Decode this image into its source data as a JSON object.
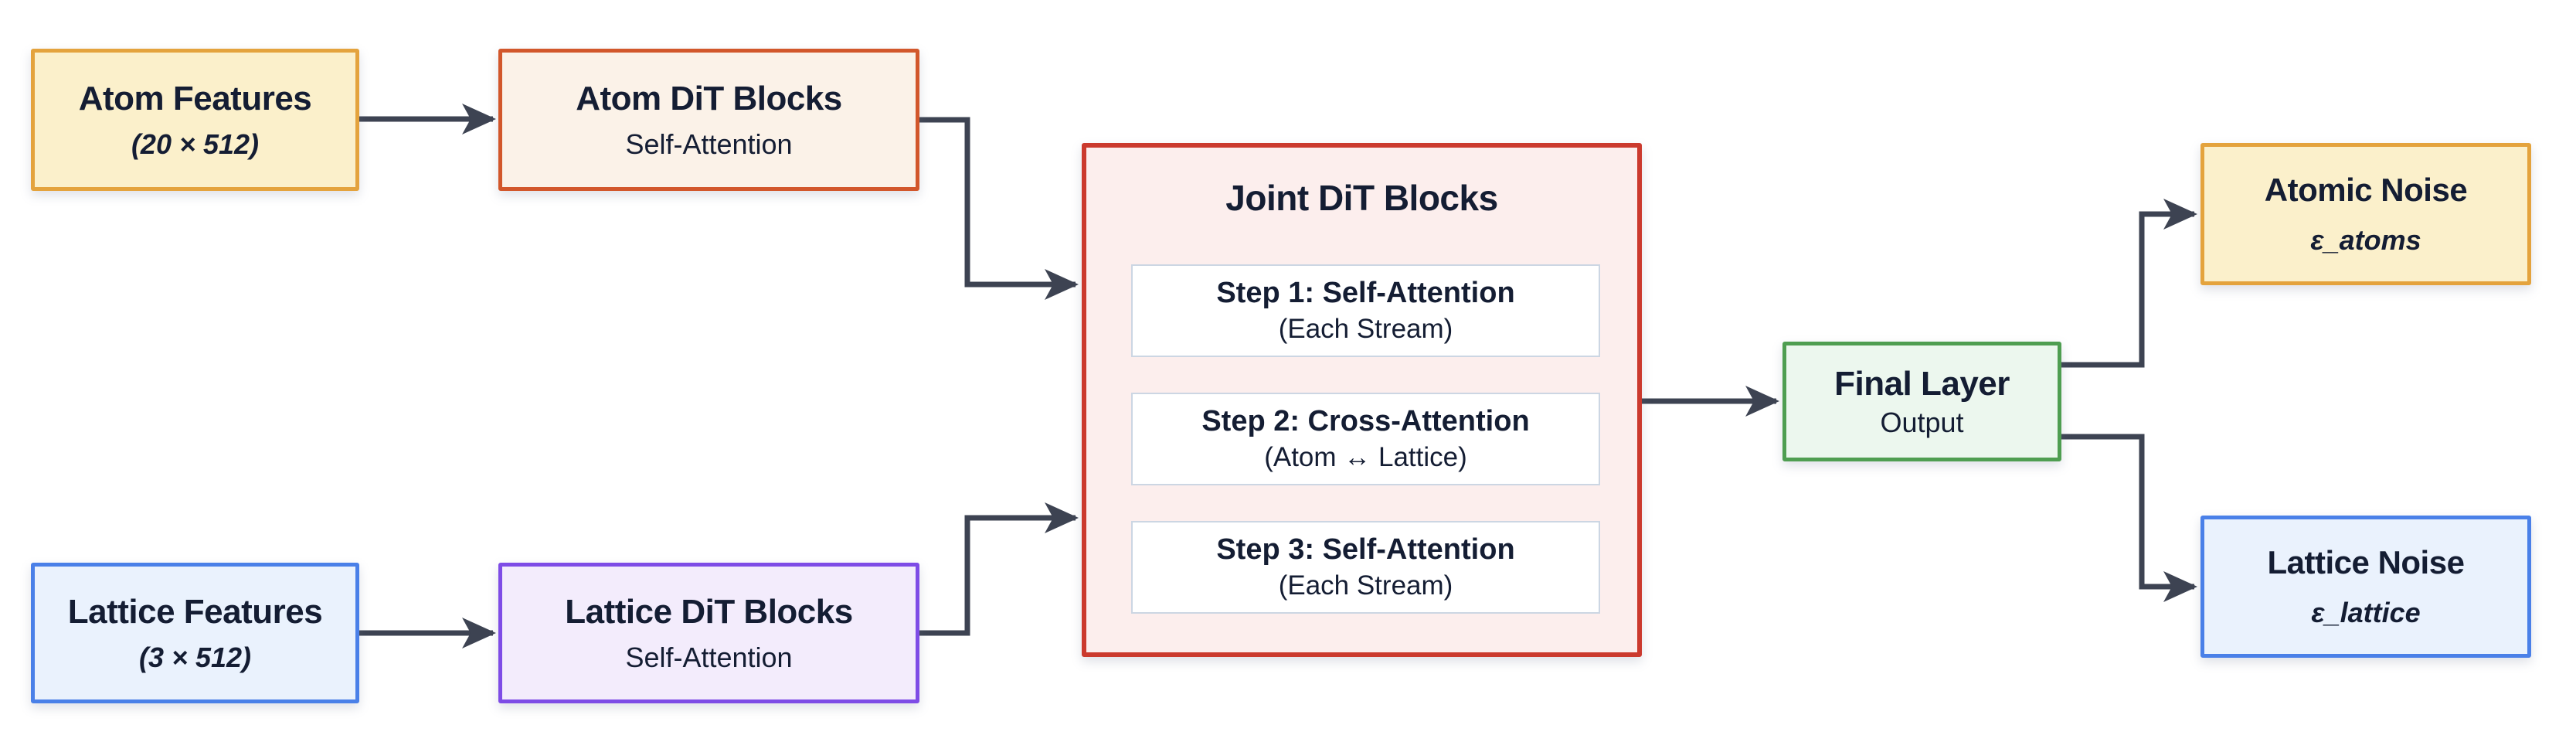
{
  "diagram": {
    "title": "Dual-stream DiT architecture flow",
    "colors": {
      "arrow": "#3d4352",
      "text": "#141d33",
      "atom_features_bg": "#fbf0cb",
      "atom_features_border": "#e4a33d",
      "atom_dit_bg": "#fbf2e8",
      "atom_dit_border": "#d2572b",
      "lattice_bg": "#eaf2fd",
      "lattice_border": "#4a80e8",
      "lattice_dit_bg": "#f3ecfc",
      "lattice_dit_border": "#7e4ce6",
      "joint_bg": "#fceeed",
      "joint_border": "#cb3a2e",
      "step_bg": "#ffffff",
      "step_border": "#ccd6e3",
      "final_bg": "#ecf7ee",
      "final_border": "#4f9e51"
    },
    "nodes": {
      "atom_features": {
        "title": "Atom Features",
        "subtitle": "(20 × 512)"
      },
      "atom_dit": {
        "title": "Atom DiT Blocks",
        "subtitle": "Self-Attention"
      },
      "lattice_features": {
        "title": "Lattice Features",
        "subtitle": "(3 × 512)"
      },
      "lattice_dit": {
        "title": "Lattice DiT Blocks",
        "subtitle": "Self-Attention"
      },
      "joint": {
        "title": "Joint DiT Blocks",
        "steps": [
          {
            "title": "Step 1: Self-Attention",
            "subtitle": "(Each Stream)"
          },
          {
            "title": "Step 2: Cross-Attention",
            "subtitle": "(Atom ↔ Lattice)"
          },
          {
            "title": "Step 3: Self-Attention",
            "subtitle": "(Each Stream)"
          }
        ]
      },
      "final": {
        "title": "Final Layer",
        "subtitle": "Output"
      },
      "atomic_noise": {
        "title": "Atomic Noise",
        "subtitle": "ε_atoms"
      },
      "lattice_noise": {
        "title": "Lattice Noise",
        "subtitle": "ε_lattice"
      }
    },
    "edges": [
      {
        "from": "atom_features",
        "to": "atom_dit"
      },
      {
        "from": "lattice_features",
        "to": "lattice_dit"
      },
      {
        "from": "atom_dit",
        "to": "joint"
      },
      {
        "from": "lattice_dit",
        "to": "joint"
      },
      {
        "from": "joint",
        "to": "final"
      },
      {
        "from": "final",
        "to": "atomic_noise"
      },
      {
        "from": "final",
        "to": "lattice_noise"
      }
    ]
  }
}
